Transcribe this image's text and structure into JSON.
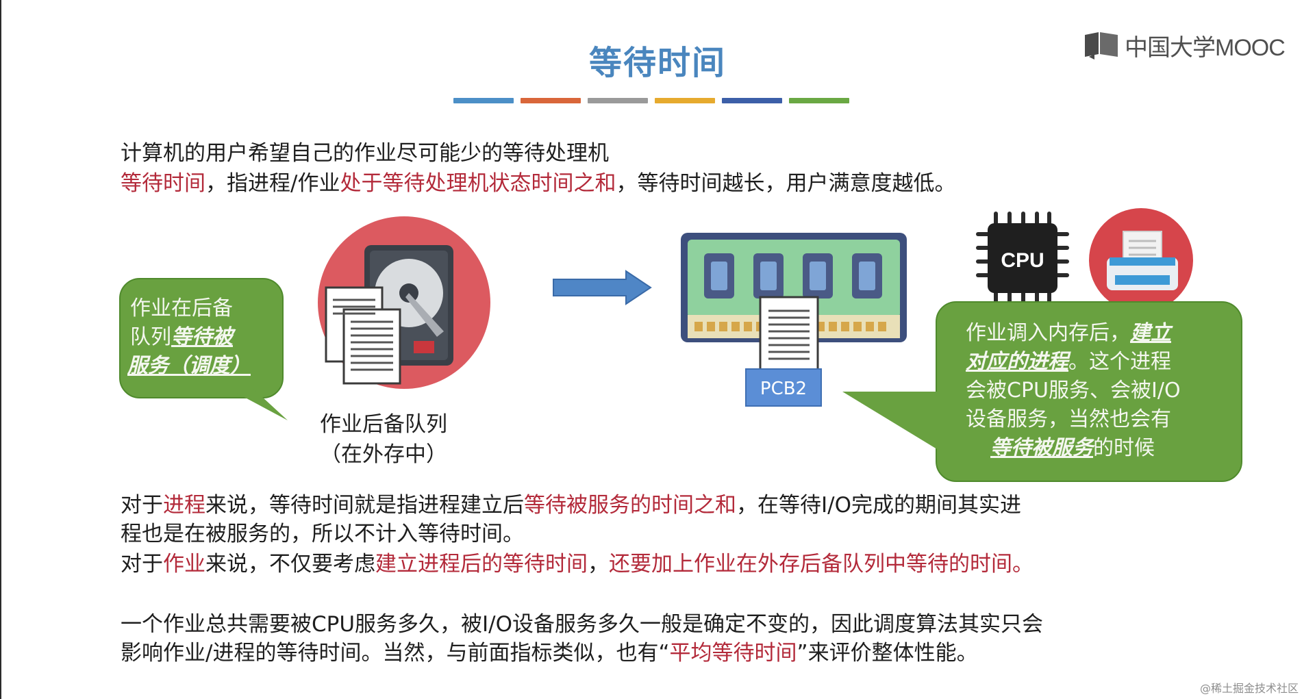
{
  "slide": {
    "title": "等待时间",
    "logo_text": "中国大学MOOC",
    "color_bars": [
      "#4c8fc7",
      "#d9663a",
      "#9a9a9a",
      "#e6aa2e",
      "#3c5fa8",
      "#6aa843"
    ]
  },
  "intro": {
    "line1": "计算机的用户希望自己的作业尽可能少的等待处理机",
    "line2_term": "等待时间",
    "line2_mid": "，指进程/作业",
    "line2_red": "处于等待处理机状态时间之和",
    "line2_end": "，等待时间越长，用户满意度越低。"
  },
  "diagram": {
    "left_callout": {
      "line1": "作业在后备",
      "line2_prefix": "队列",
      "line2_emph": "等待被",
      "line3_emph": "服务（调度）"
    },
    "queue_caption_line1": "作业后备队列",
    "queue_caption_line2": "（在外存中）",
    "pcb_label": "PCB2",
    "cpu_label": "CPU",
    "right_callout": {
      "line1_plain": "作业调入内存后，",
      "line1_emph": "建立",
      "line2_emph": "对应的进程",
      "line2_plain": "。这个进程",
      "line3": "会被CPU服务、会被I/O",
      "line4": "设备服务，当然也会有",
      "line5_emph": "等待被服务",
      "line5_plain": "的时候"
    },
    "icons": {
      "disk": "hard-disk-icon",
      "docs": "document-stack-icon",
      "arrow": "right-arrow-icon",
      "memory": "memory-module-icon",
      "cpu": "cpu-chip-icon",
      "printer": "printer-icon"
    }
  },
  "body": {
    "p1_l1_a": "对于",
    "p1_l1_b": "进程",
    "p1_l1_c": "来说，等待时间就是指进程建立后",
    "p1_l1_d": "等待被服务的时间之和",
    "p1_l1_e": "，在等待I/O完成的期间其实进",
    "p1_l2": "程也是在被服务的，所以不计入等待时间。",
    "p2_a": "对于",
    "p2_b": "作业",
    "p2_c": "来说，不仅要考虑",
    "p2_d": "建立进程后的等待时间",
    "p2_e": "，",
    "p2_f": "还要加上作业在外存后备队列中等待的时间。",
    "p3_l1": "一个作业总共需要被CPU服务多久，被I/O设备服务多久一般是确定不变的，因此调度算法其实只会",
    "p3_l2_a": "影响作业/进程的等待时间。当然，与前面指标类似，也有“",
    "p3_l2_b": "平均等待时间",
    "p3_l2_c": "”来评价整体性能。"
  },
  "watermark": "@稀土掘金技术社区"
}
